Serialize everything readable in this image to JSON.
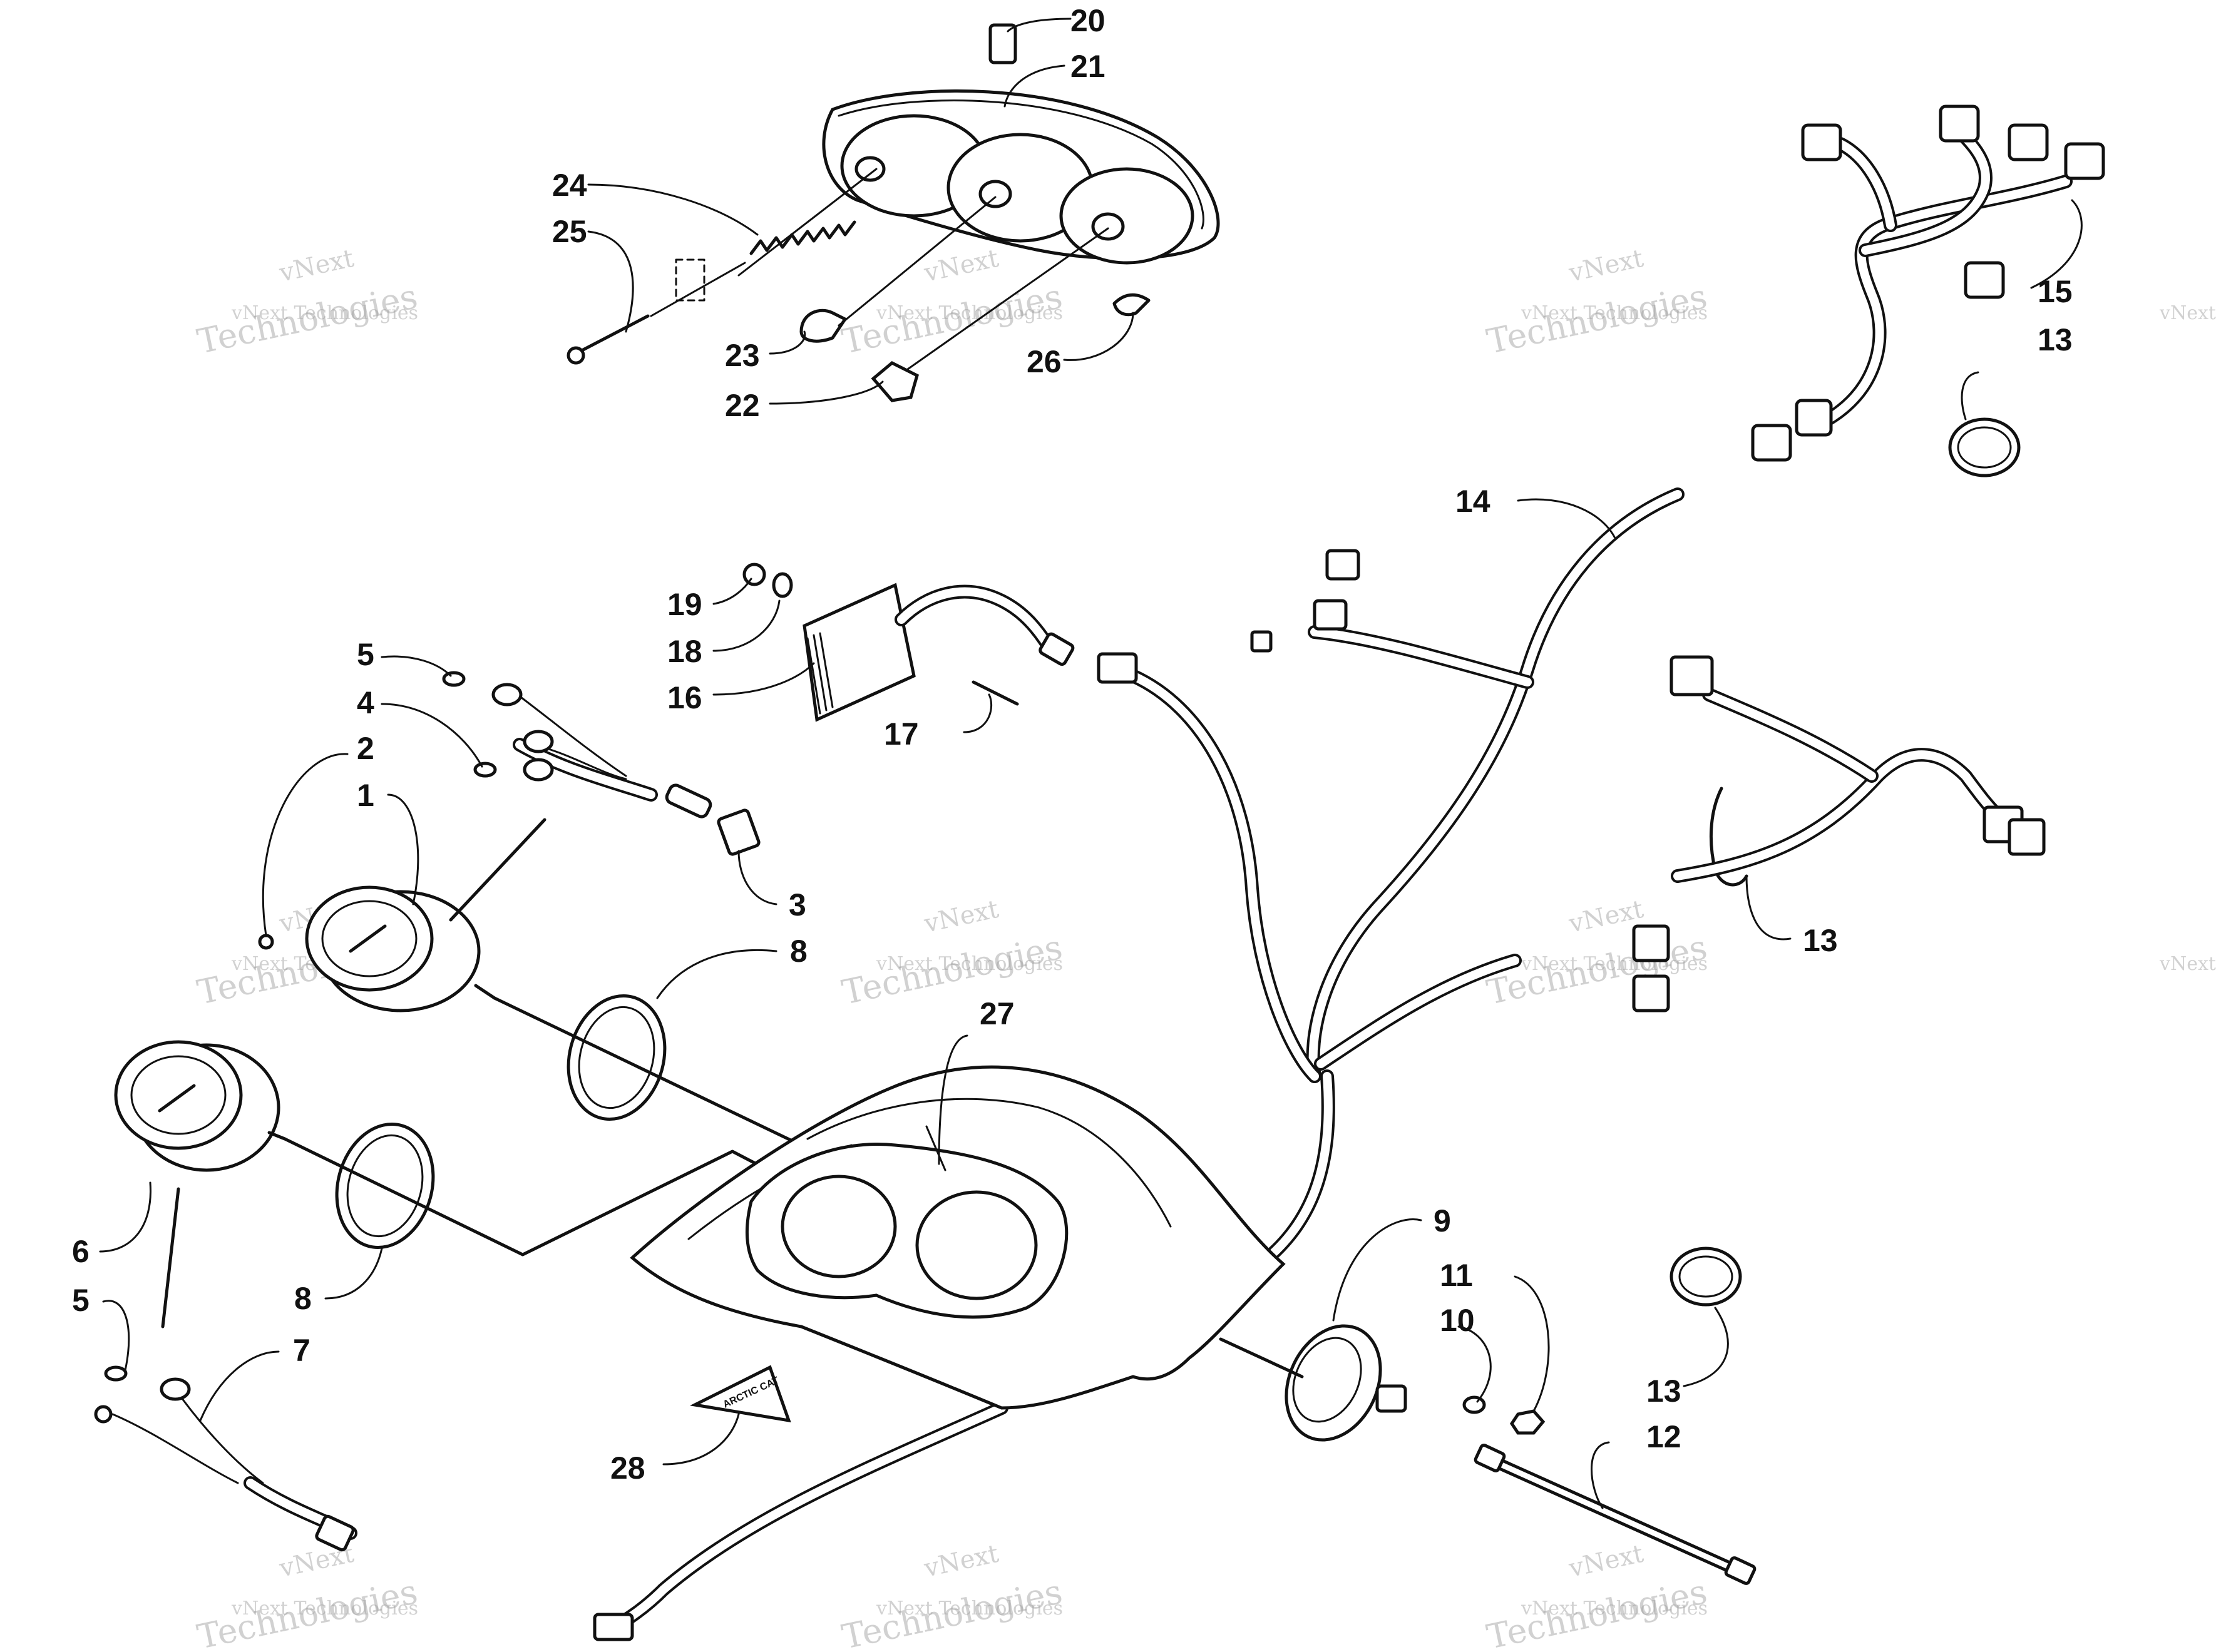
{
  "watermark": {
    "line1": "vNext",
    "line2": "vNext Technologies",
    "line3": "Technologies"
  },
  "callouts": [
    {
      "id": "c1",
      "label": "1"
    },
    {
      "id": "c2",
      "label": "2"
    },
    {
      "id": "c3",
      "label": "3"
    },
    {
      "id": "c4",
      "label": "4"
    },
    {
      "id": "c5a",
      "label": "5"
    },
    {
      "id": "c5b",
      "label": "5"
    },
    {
      "id": "c6",
      "label": "6"
    },
    {
      "id": "c7",
      "label": "7"
    },
    {
      "id": "c8a",
      "label": "8"
    },
    {
      "id": "c8b",
      "label": "8"
    },
    {
      "id": "c9",
      "label": "9"
    },
    {
      "id": "c10",
      "label": "10"
    },
    {
      "id": "c11",
      "label": "11"
    },
    {
      "id": "c12",
      "label": "12"
    },
    {
      "id": "c13a",
      "label": "13"
    },
    {
      "id": "c13b",
      "label": "13"
    },
    {
      "id": "c13c",
      "label": "13"
    },
    {
      "id": "c14",
      "label": "14"
    },
    {
      "id": "c15",
      "label": "15"
    },
    {
      "id": "c16",
      "label": "16"
    },
    {
      "id": "c17",
      "label": "17"
    },
    {
      "id": "c18",
      "label": "18"
    },
    {
      "id": "c19",
      "label": "19"
    },
    {
      "id": "c20",
      "label": "20"
    },
    {
      "id": "c21",
      "label": "21"
    },
    {
      "id": "c22",
      "label": "22"
    },
    {
      "id": "c23",
      "label": "23"
    },
    {
      "id": "c24",
      "label": "24"
    },
    {
      "id": "c25",
      "label": "25"
    },
    {
      "id": "c26",
      "label": "26"
    },
    {
      "id": "c27",
      "label": "27"
    },
    {
      "id": "c28",
      "label": "28"
    }
  ],
  "decal_text": "ARCTIC CAT"
}
